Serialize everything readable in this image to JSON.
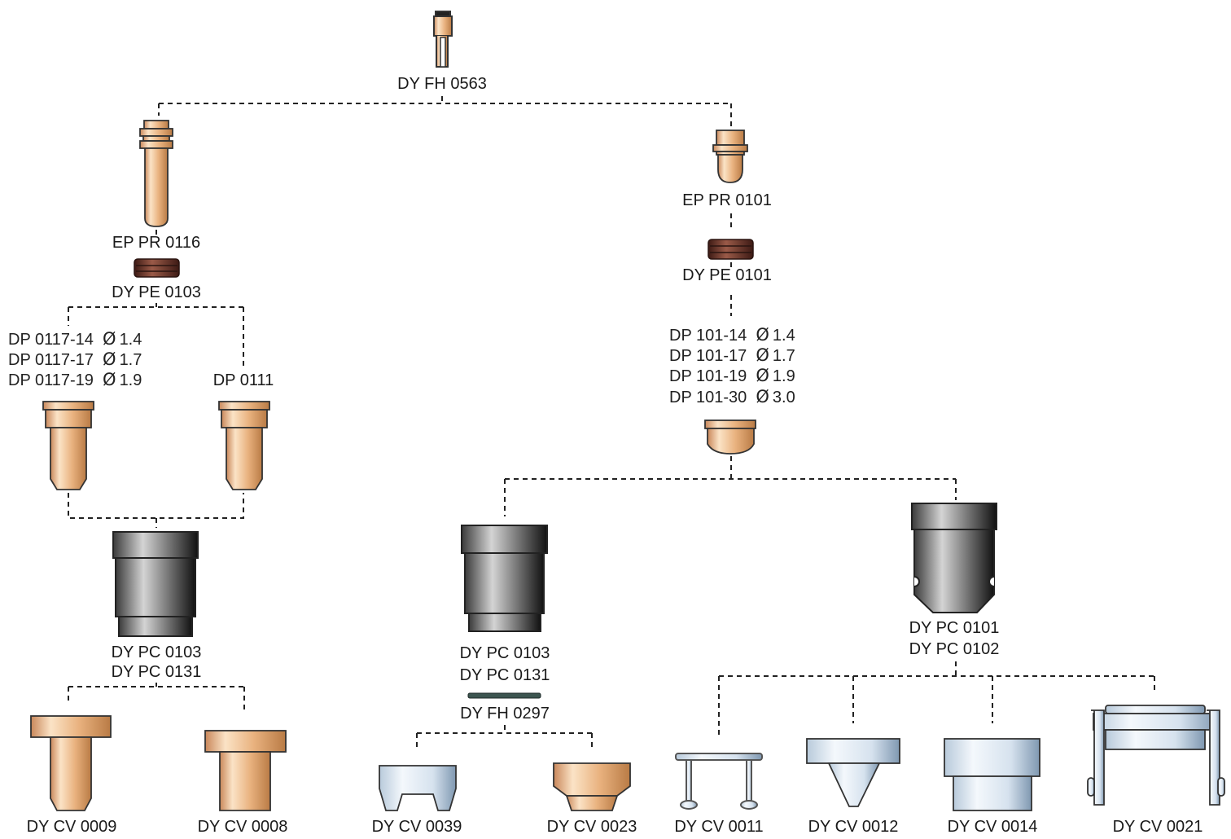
{
  "parts": {
    "fh0563": "DY FH 0563",
    "epPr0116": "EP PR 0116",
    "pe0103": "DY PE 0103",
    "epPr0101": "EP PR 0101",
    "pe0101": "DY PE 0101",
    "dp0111": "DP 0111",
    "pcLeft": [
      "DY PC 0103",
      "DY PC 0131"
    ],
    "pcMid": [
      "DY PC 0103",
      "DY PC 0131"
    ],
    "fh0297": "DY FH 0297",
    "pcRight": [
      "DY PC 0101",
      "DY PC 0102"
    ],
    "cv0009": "DY CV 0009",
    "cv0008": "DY CV 0008",
    "cv0039": "DY CV 0039",
    "cv0023": "DY CV 0023",
    "cv0011": "DY CV 0011",
    "cv0012": "DY CV 0012",
    "cv0014": "DY CV 0014",
    "cv0021": "DY CV 0021"
  },
  "nozzleLeft": [
    {
      "code": "DP 0117-14",
      "symbol": "Ø",
      "size": "1.4"
    },
    {
      "code": "DP 0117-17",
      "symbol": "Ø",
      "size": "1.7"
    },
    {
      "code": "DP 0117-19",
      "symbol": "Ø",
      "size": "1.9"
    }
  ],
  "nozzleRight": [
    {
      "code": "DP 101-14",
      "symbol": "Ø",
      "size": "1.4"
    },
    {
      "code": "DP 101-17",
      "symbol": "Ø",
      "size": "1.7"
    },
    {
      "code": "DP 101-19",
      "symbol": "Ø",
      "size": "1.9"
    },
    {
      "code": "DP 101-30",
      "symbol": "Ø",
      "size": "3.0"
    }
  ],
  "colors": {
    "copper": "#e8b27e",
    "copperLight": "#fbe3c6",
    "copperDark": "#b97b45",
    "steelDark": "#1c1c1c",
    "steelLight": "#cfcfcf",
    "chromeLight": "#eef4fa",
    "chromeDark": "#8ea6bd",
    "ringDark": "#5e2e23",
    "line": "#222222"
  }
}
